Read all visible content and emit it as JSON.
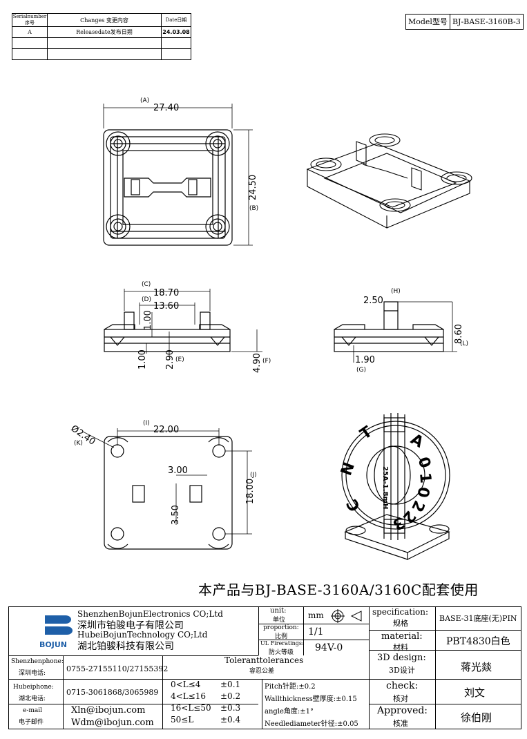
{
  "revision_table": {
    "headers": {
      "serial": "Serialnumber序号",
      "changes": "Changes 变更内容",
      "date": "Date日期"
    },
    "rows": [
      {
        "serial": "A",
        "changes": "Releasedate发布日期",
        "date": "24.03.08"
      },
      {
        "serial": "",
        "changes": "",
        "date": ""
      },
      {
        "serial": "",
        "changes": "",
        "date": ""
      }
    ]
  },
  "model": {
    "label": "Model型号",
    "value": "BJ-BASE-3160B-3"
  },
  "dimensions": {
    "a_label": "(A)",
    "a_value": "27.40",
    "b_label": "(B)",
    "b_value": "24.50",
    "c_label": "(C)",
    "c_value": "18.70",
    "d_label": "(D)",
    "d_value": "13.60",
    "side_100a": "1.00",
    "side_100b": "1.00",
    "e_value": "2.90",
    "e_label": "(E)",
    "f_value": "4.90",
    "f_label": "(F)",
    "h_label": "(H)",
    "h_value": "2.50",
    "l_value": "8.60",
    "l_label": "(L)",
    "g_value": "1.90",
    "g_label": "(G)",
    "i_label": "(I)",
    "i_value": "22.00",
    "k_value": "Ø2.40",
    "k_label": "(K)",
    "j_value": "18.00",
    "j_label": "(J)",
    "s300": "3.00",
    "s350": "3.50"
  },
  "ring_text": [
    "N",
    "T",
    "A",
    "0",
    "1",
    "0",
    "2",
    "2",
    "3",
    "C"
  ],
  "ring_pin_label": "25A-1.8mH",
  "note": "本产品与BJ-BASE-3160A/3160C配套使用",
  "company": {
    "logo": "BOJUN",
    "line1": "ShenzhenBojunElectronics CO;Ltd",
    "line2": "深圳市铂骏电子有限公司",
    "line3": "HubeiBojunTechnology CO;Ltd",
    "line4": "湖北铂骏科技有限公司"
  },
  "units": {
    "unit_label": "unit:",
    "unit_cn": "单位",
    "unit_value": "mm",
    "proportion_label": "proportion:",
    "proportion_cn": "比例",
    "proportion_value": "1/1",
    "ul_label": "UL Fireratings:",
    "ul_cn": "防火等级",
    "ul_value": "94V-0"
  },
  "spec": {
    "spec_label": "specification:",
    "spec_cn": "规格",
    "spec_value": "BASE-31底座(无)PIN",
    "material_label": "material:",
    "material_cn": "材料",
    "material_value": "PBT4830白色",
    "design_label": "3D design:",
    "design_cn": "3D设计",
    "design_value": "蒋光燚",
    "check_label": "check:",
    "check_cn": "核对",
    "check_value": "刘文",
    "approved_label": "Approved:",
    "approved_cn": "核准",
    "approved_value": "徐伯刚"
  },
  "contacts": {
    "sz_label": "Shenzhenphone:",
    "sz_cn": "深圳电话:",
    "sz_value": "0755-27155110/27155392",
    "hb_label": "Hubeiphone:",
    "hb_cn": "湖北电话:",
    "hb_value": "0715-3061868/3065989",
    "mail_label": "e-mail",
    "mail_cn": "电子邮件",
    "mail1": "Xln@ibojun.com",
    "mail2": "Wdm@ibojun.com"
  },
  "tolerances": {
    "title": "Toleranttolerances",
    "title_cn": "容忍公差",
    "rows": [
      {
        "range": "0<L≤4",
        "tol": "±0.1"
      },
      {
        "range": "4<L≤16",
        "tol": "±0.2"
      },
      {
        "range": "16<L≤50",
        "tol": "±0.3"
      },
      {
        "range": "50≤L",
        "tol": "±0.4"
      }
    ],
    "pitch": "Pitch针距:±0.2",
    "wall": "Wallthickness壁厚度:±0.15",
    "angle": "angle角度:±1°",
    "needle": "Needlediameter针径:±0.05"
  }
}
